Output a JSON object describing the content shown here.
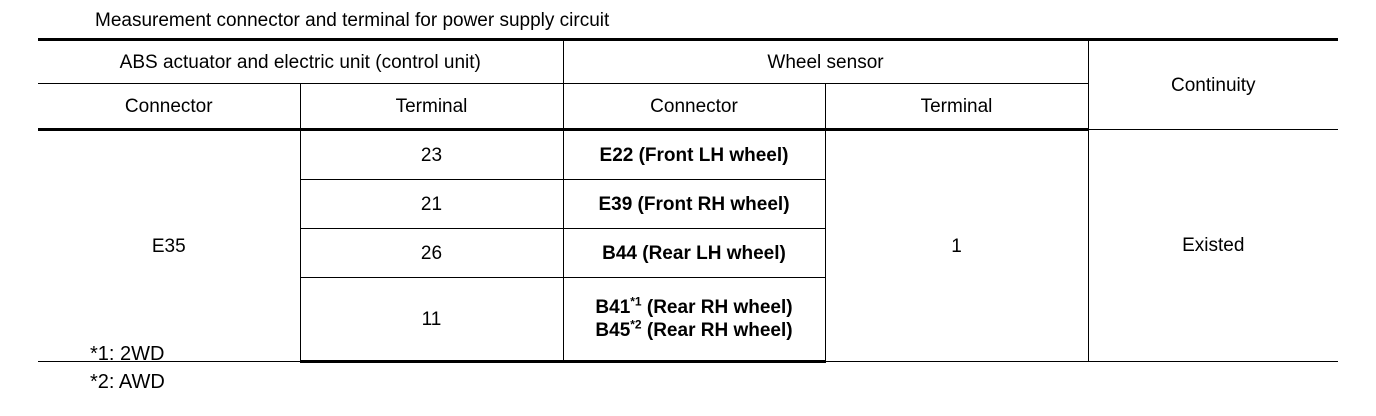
{
  "caption": "Measurement connector and terminal for power supply circuit",
  "table": {
    "header": {
      "group_abs": "ABS actuator and electric unit (control unit)",
      "group_wheel_sensor": "Wheel sensor",
      "continuity": "Continuity",
      "abs_connector": "Connector",
      "abs_terminal": "Terminal",
      "ws_connector": "Connector",
      "ws_terminal": "Terminal"
    },
    "abs_connector_value": "E35",
    "ws_terminal_value": "1",
    "continuity_value": "Existed",
    "rows": [
      {
        "abs_terminal": "23",
        "ws_connector": "E22 (Front LH wheel)"
      },
      {
        "abs_terminal": "21",
        "ws_connector": "E39 (Front RH wheel)"
      },
      {
        "abs_terminal": "26",
        "ws_connector": "B44 (Rear LH wheel)"
      },
      {
        "abs_terminal": "11",
        "ws_connector_line1_code": "B41",
        "ws_connector_line1_sup": "*1",
        "ws_connector_line1_rest": " (Rear RH wheel)",
        "ws_connector_line2_code": "B45",
        "ws_connector_line2_sup": "*2",
        "ws_connector_line2_rest": " (Rear RH wheel)"
      }
    ]
  },
  "footnotes": [
    "*1: 2WD",
    "*2: AWD"
  ]
}
